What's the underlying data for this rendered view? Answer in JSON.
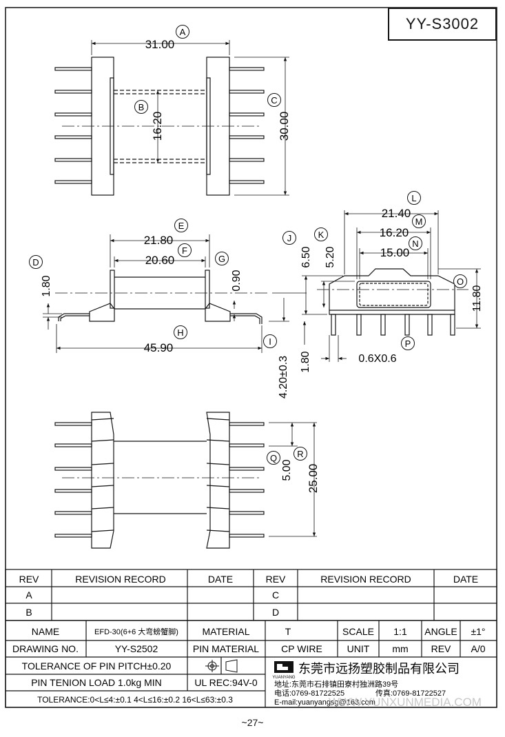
{
  "drawing_code": "YY-S3002",
  "page_number": "~27~",
  "dimensions": {
    "top_width": "31.00",
    "top_height": "30.00",
    "top_inner": "16.20",
    "side_overall": "21.80",
    "side_inner": "20.60",
    "side_flange": "0.90",
    "side_pin_offset": "1.80",
    "side_length": "45.90",
    "side_h1": "4.20±0.3",
    "side_h2": "1.80",
    "end_w1": "21.40",
    "end_w2": "16.20",
    "end_w3": "15.00",
    "end_h1": "6.50",
    "end_h2": "5.20",
    "end_h3": "11.80",
    "end_pin": "0.6X0.6",
    "bot_pitch": "5.00",
    "bot_span": "25.00"
  },
  "callouts": [
    "A",
    "B",
    "C",
    "D",
    "E",
    "F",
    "G",
    "H",
    "I",
    "J",
    "K",
    "L",
    "M",
    "N",
    "O",
    "P",
    "Q",
    "R"
  ],
  "revision": {
    "h_rev": "REV",
    "h_record": "REVISION RECORD",
    "h_date": "DATE",
    "r1": "A",
    "r2": "B",
    "r3": "C",
    "r4": "D"
  },
  "title_block": {
    "name_label": "NAME",
    "name_value": "EFD-30(6+6 大弯螃蟹脚)",
    "material_label": "MATERIAL",
    "material_value": "T",
    "scale_label": "SCALE",
    "scale_value": "1:1",
    "angle_label": "ANGLE",
    "angle_value": "±1°",
    "drawing_no_label": "DRAWING NO.",
    "drawing_no_value": "YY-S2502",
    "pin_material_label": "PIN MATERIAL",
    "pin_material_value": "CP WIRE",
    "unit_label": "UNIT",
    "unit_value": "mm",
    "rev_label": "REV",
    "rev_value": "A/0",
    "tol_pitch": "TOLERANCE OF PIN PITCH±0.20",
    "pin_tension": "PIN TENION LOAD 1.0kg MIN",
    "ul": "UL REC:94V-0",
    "tol_ranges": "TOLERANCE:0<L≤4:±0.1  4<L≤16:±0.2  16<L≤63:±0.3",
    "logo_text": "YUANYANG",
    "company": "东莞市远扬塑胶制品有限公司",
    "address": "地址:东莞市石排镇田寮村独洲路39号",
    "phone": "电话:0769-81722525",
    "fax": "传真:0769-81722527",
    "email": "E-mail:yuanyangsg@163.com",
    "watermark": "WWW.YUNXUNMEDIA.COM"
  }
}
